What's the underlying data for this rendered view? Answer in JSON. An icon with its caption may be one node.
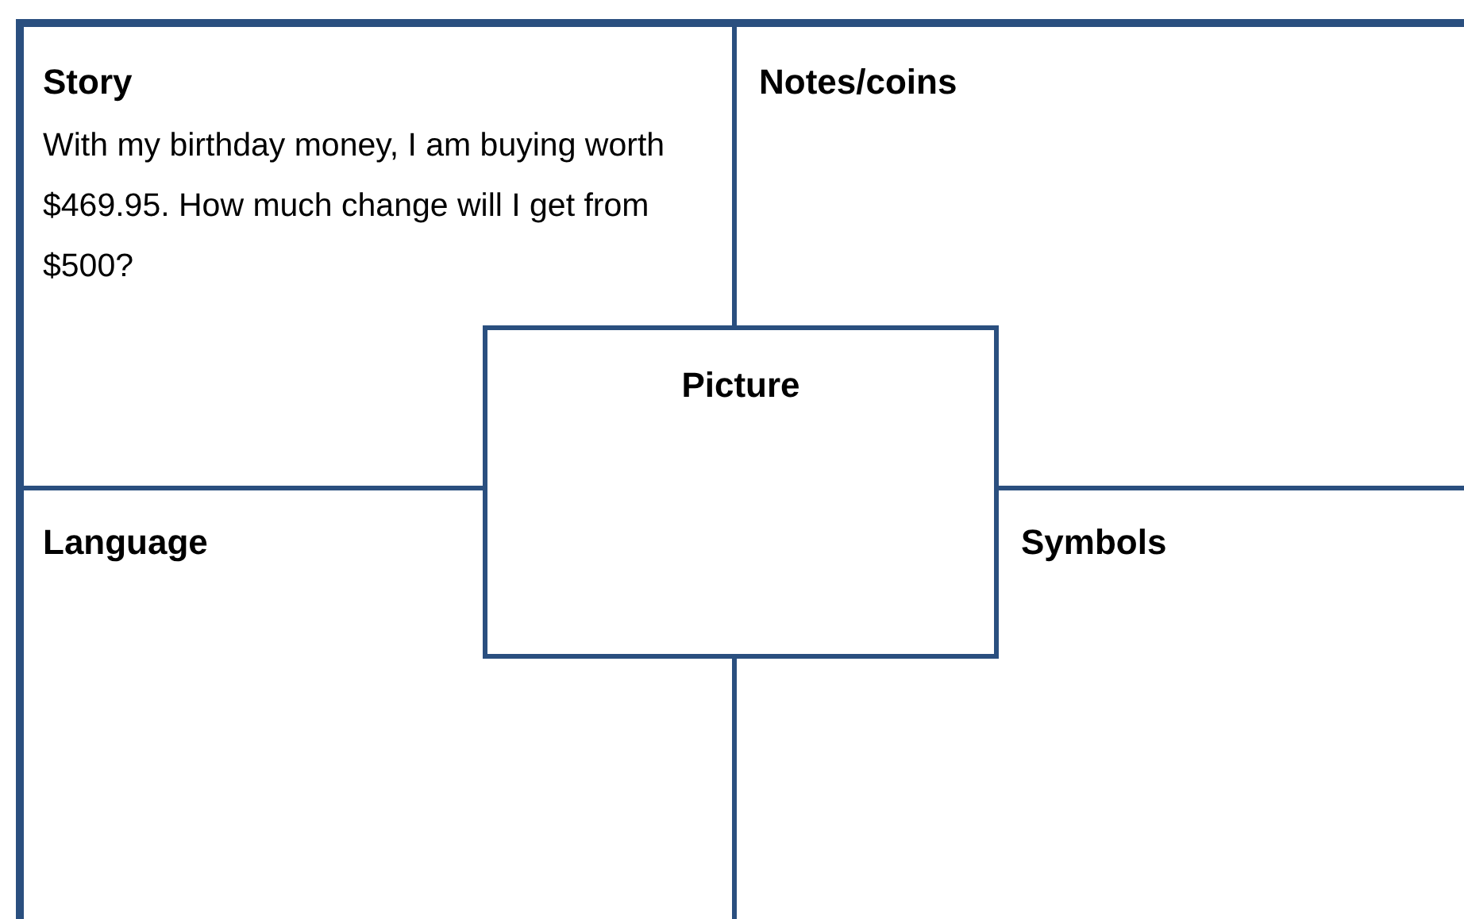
{
  "diagram": {
    "nodes": [
      {
        "text": [
          "Story",
          "With my birthday money, I am buying worth $469.95. How much change will I get from $500?"
        ]
      },
      {
        "text": [
          "Notes/coins"
        ]
      },
      {
        "text": [
          "Picture"
        ]
      },
      {
        "text": [
          "Language"
        ]
      },
      {
        "text": [
          "Symbols"
        ]
      }
    ]
  }
}
